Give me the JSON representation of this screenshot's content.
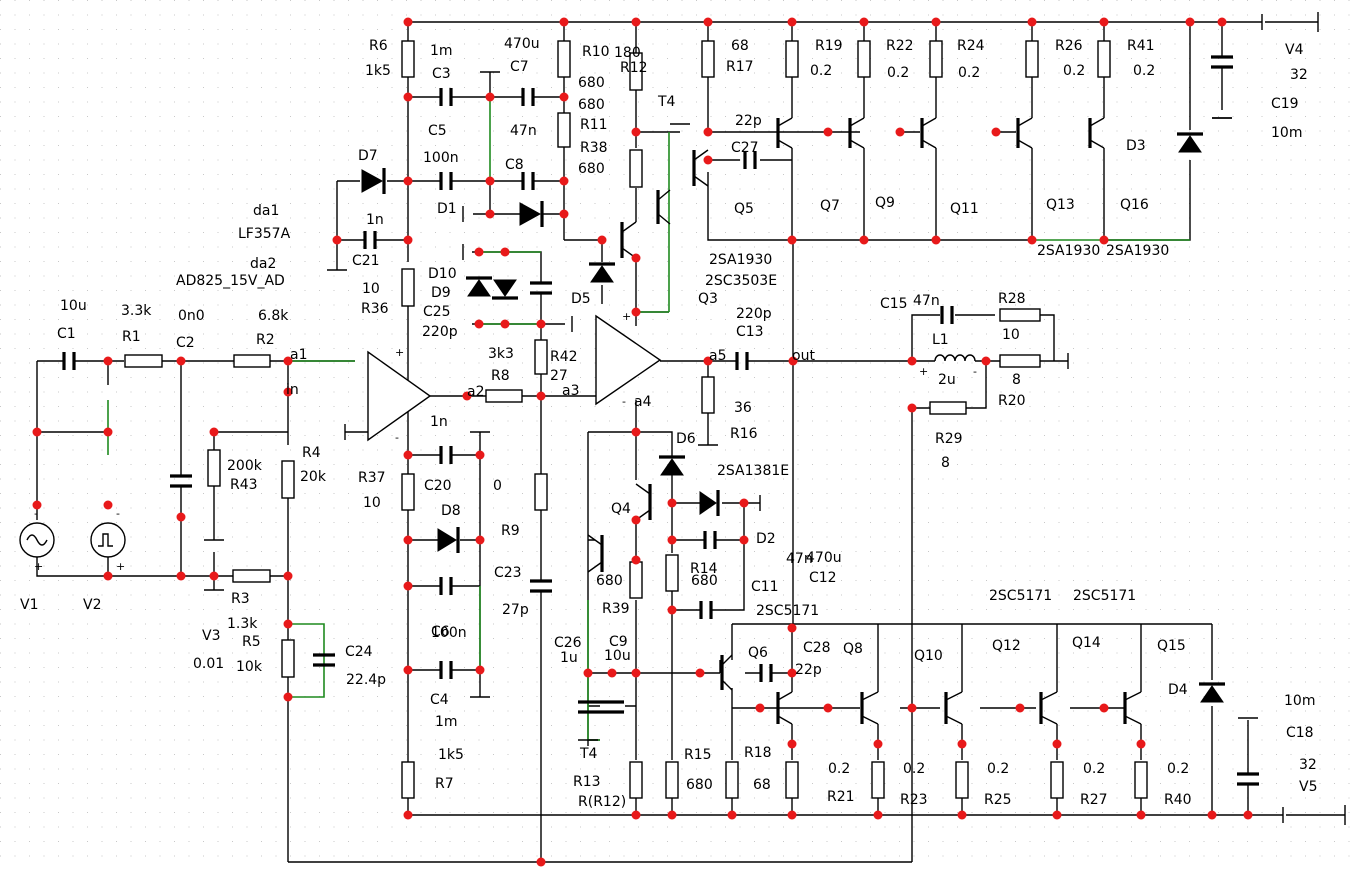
{
  "labels": [
    {
      "t": "R6"
    },
    {
      "t": "1k5"
    },
    {
      "t": "1m"
    },
    {
      "t": "C3"
    },
    {
      "t": "470u"
    },
    {
      "t": "C7"
    },
    {
      "t": "R10"
    },
    {
      "t": "680"
    },
    {
      "t": "180"
    },
    {
      "t": "R12"
    },
    {
      "t": "68"
    },
    {
      "t": "R17"
    },
    {
      "t": "R19"
    },
    {
      "t": "0.2"
    },
    {
      "t": "R22"
    },
    {
      "t": "0.2"
    },
    {
      "t": "R24"
    },
    {
      "t": "0.2"
    },
    {
      "t": "R26"
    },
    {
      "t": "0.2"
    },
    {
      "t": "R41"
    },
    {
      "t": "0.2"
    },
    {
      "t": "V4"
    },
    {
      "t": "32"
    },
    {
      "t": "C19"
    },
    {
      "t": "10m"
    },
    {
      "t": "680"
    },
    {
      "t": "R11"
    },
    {
      "t": "T4"
    },
    {
      "t": "C5"
    },
    {
      "t": "47n"
    },
    {
      "t": "R38"
    },
    {
      "t": "22p"
    },
    {
      "t": "C27"
    },
    {
      "t": "D3"
    },
    {
      "t": "D7"
    },
    {
      "t": "100n"
    },
    {
      "t": "C8"
    },
    {
      "t": "680"
    },
    {
      "t": "Q5"
    },
    {
      "t": "Q7"
    },
    {
      "t": "Q9"
    },
    {
      "t": "Q11"
    },
    {
      "t": "Q13"
    },
    {
      "t": "Q16"
    },
    {
      "t": "da1"
    },
    {
      "t": "D1"
    },
    {
      "t": "LF357A"
    },
    {
      "t": "1n"
    },
    {
      "t": "C21"
    },
    {
      "t": "da2"
    },
    {
      "t": "2SA1930"
    },
    {
      "t": "2SA1930"
    },
    {
      "t": "2SA1930"
    },
    {
      "t": "D10"
    },
    {
      "t": "2SC3503E"
    },
    {
      "t": "AD825_15V_AD"
    },
    {
      "t": "10"
    },
    {
      "t": "D9"
    },
    {
      "t": "Q3"
    },
    {
      "t": "C25"
    },
    {
      "t": "D5"
    },
    {
      "t": "R36"
    },
    {
      "t": "220p"
    },
    {
      "t": "C15"
    },
    {
      "t": "47n"
    },
    {
      "t": "R28"
    },
    {
      "t": "10u"
    },
    {
      "t": "3.3k"
    },
    {
      "t": "0n0"
    },
    {
      "t": "6.8k"
    },
    {
      "t": "220p"
    },
    {
      "t": "C13"
    },
    {
      "t": "10"
    },
    {
      "t": "C1"
    },
    {
      "t": "R1"
    },
    {
      "t": "C2"
    },
    {
      "t": "R2"
    },
    {
      "t": "a1"
    },
    {
      "t": "3k3"
    },
    {
      "t": "R42"
    },
    {
      "t": "L1"
    },
    {
      "t": "a5"
    },
    {
      "t": "out"
    },
    {
      "t": "27"
    },
    {
      "t": "R8"
    },
    {
      "t": "2u"
    },
    {
      "t": "8"
    },
    {
      "t": "in"
    },
    {
      "t": "a2"
    },
    {
      "t": "a3"
    },
    {
      "t": "R20"
    },
    {
      "t": "a4"
    },
    {
      "t": "36"
    },
    {
      "t": "1n"
    },
    {
      "t": "R29"
    },
    {
      "t": "R16"
    },
    {
      "t": "R4"
    },
    {
      "t": "D6"
    },
    {
      "t": "200k"
    },
    {
      "t": "8"
    },
    {
      "t": "20k"
    },
    {
      "t": "R43"
    },
    {
      "t": "2SA1381E"
    },
    {
      "t": "R37"
    },
    {
      "t": "C20"
    },
    {
      "t": "0"
    },
    {
      "t": "10"
    },
    {
      "t": "Q4"
    },
    {
      "t": "D8"
    },
    {
      "t": "R9"
    },
    {
      "t": "D2"
    },
    {
      "t": "R14"
    },
    {
      "t": "47n"
    },
    {
      "t": "470u"
    },
    {
      "t": "680"
    },
    {
      "t": "C12"
    },
    {
      "t": "680"
    },
    {
      "t": "C11"
    },
    {
      "t": "V1"
    },
    {
      "t": "V2"
    },
    {
      "t": "C23"
    },
    {
      "t": "R3"
    },
    {
      "t": "R39"
    },
    {
      "t": "C6"
    },
    {
      "t": "2SC5171"
    },
    {
      "t": "2SC5171"
    },
    {
      "t": "2SC5171"
    },
    {
      "t": "1.3k"
    },
    {
      "t": "V3"
    },
    {
      "t": "100n"
    },
    {
      "t": "27p"
    },
    {
      "t": "R5"
    },
    {
      "t": "C26"
    },
    {
      "t": "C9"
    },
    {
      "t": "C28"
    },
    {
      "t": "Q6"
    },
    {
      "t": "Q8"
    },
    {
      "t": "Q10"
    },
    {
      "t": "Q12"
    },
    {
      "t": "Q14"
    },
    {
      "t": "Q15"
    },
    {
      "t": "C24"
    },
    {
      "t": "1u"
    },
    {
      "t": "10u"
    },
    {
      "t": "0.01"
    },
    {
      "t": "10k"
    },
    {
      "t": "22.4p"
    },
    {
      "t": "22p"
    },
    {
      "t": "D4"
    },
    {
      "t": "10m"
    },
    {
      "t": "C4"
    },
    {
      "t": "C18"
    },
    {
      "t": "1m"
    },
    {
      "t": "T4"
    },
    {
      "t": "1k5"
    },
    {
      "t": "R15"
    },
    {
      "t": "R18"
    },
    {
      "t": "0.2"
    },
    {
      "t": "0.2"
    },
    {
      "t": "0.2"
    },
    {
      "t": "0.2"
    },
    {
      "t": "0.2"
    },
    {
      "t": "32"
    },
    {
      "t": "R13"
    },
    {
      "t": "680"
    },
    {
      "t": "68"
    },
    {
      "t": "R7"
    },
    {
      "t": "V5"
    },
    {
      "t": "R(R12)"
    },
    {
      "t": "R21"
    },
    {
      "t": "R23"
    },
    {
      "t": "R25"
    },
    {
      "t": "R27"
    },
    {
      "t": "R40"
    }
  ]
}
